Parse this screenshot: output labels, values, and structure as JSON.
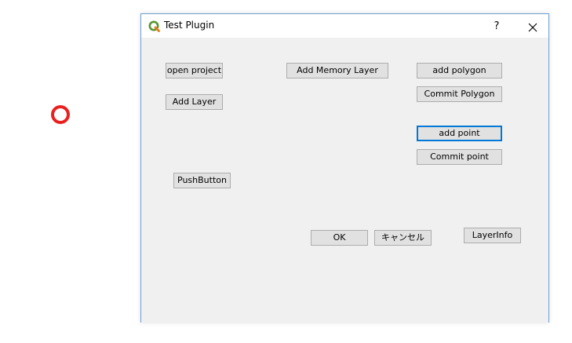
{
  "window": {
    "title": "Test Plugin",
    "help_label": "?",
    "close_label": "✕",
    "icon": "qgis-logo-icon"
  },
  "buttons": {
    "open_project": "open project",
    "add_layer": "Add Layer",
    "push_button": "PushButton",
    "add_memory_layer": "Add Memory Layer",
    "add_polygon": "add polygon",
    "commit_polygon": "Commit Polygon",
    "add_point": "add point",
    "commit_point": "Commit point",
    "ok": "OK",
    "cancel": "キャンセル",
    "layer_info": "LayerInfo"
  },
  "colors": {
    "marker": "#e8211f",
    "focus": "#0078d7",
    "window_border": "#6b9fd4"
  }
}
